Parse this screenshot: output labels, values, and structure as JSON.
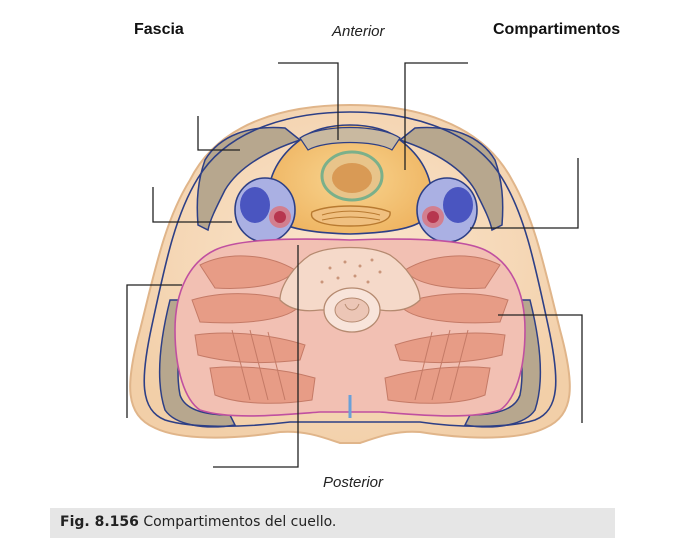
{
  "labels": {
    "left_heading": "Fascia",
    "right_heading": "Compartimentos",
    "top": "Anterior",
    "bottom": "Posterior"
  },
  "caption": {
    "number": "Fig. 8.156",
    "text": "Compartimentos del cuello."
  },
  "colors": {
    "skin": "#f7dcc0",
    "muscle": "#e8a48e",
    "visceral": "#f3c27a",
    "vessel_sheath": "#8f8fd6",
    "fascia_line": "#2d3f86",
    "prevertebral": "#f4c5c5",
    "caption_bg": "#e6e6e6"
  }
}
